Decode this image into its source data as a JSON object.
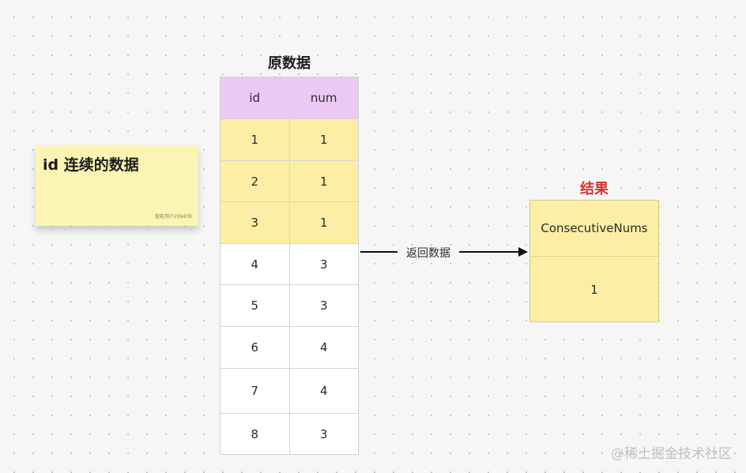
{
  "sticky_note": {
    "title": "id 连续的数据",
    "meta": "智能用户299438"
  },
  "source_table": {
    "title": "原数据",
    "columns": [
      "id",
      "num"
    ],
    "rows": [
      {
        "id": "1",
        "num": "1",
        "highlighted": true
      },
      {
        "id": "2",
        "num": "1",
        "highlighted": true
      },
      {
        "id": "3",
        "num": "1",
        "highlighted": true
      },
      {
        "id": "4",
        "num": "3",
        "highlighted": false
      },
      {
        "id": "5",
        "num": "3",
        "highlighted": false
      },
      {
        "id": "6",
        "num": "4",
        "highlighted": false
      },
      {
        "id": "7",
        "num": "4",
        "highlighted": false
      },
      {
        "id": "8",
        "num": "3",
        "highlighted": false
      }
    ]
  },
  "arrow": {
    "label": "返回数据"
  },
  "result": {
    "title": "结果",
    "header": "ConsecutiveNums",
    "value": "1"
  },
  "watermark": "@稀土掘金技术社区",
  "colors": {
    "header_fill": "#ecc8f4",
    "highlight_fill": "#fcefa5",
    "sticky_fill": "#fcf4b2",
    "result_title": "#d9342b"
  }
}
